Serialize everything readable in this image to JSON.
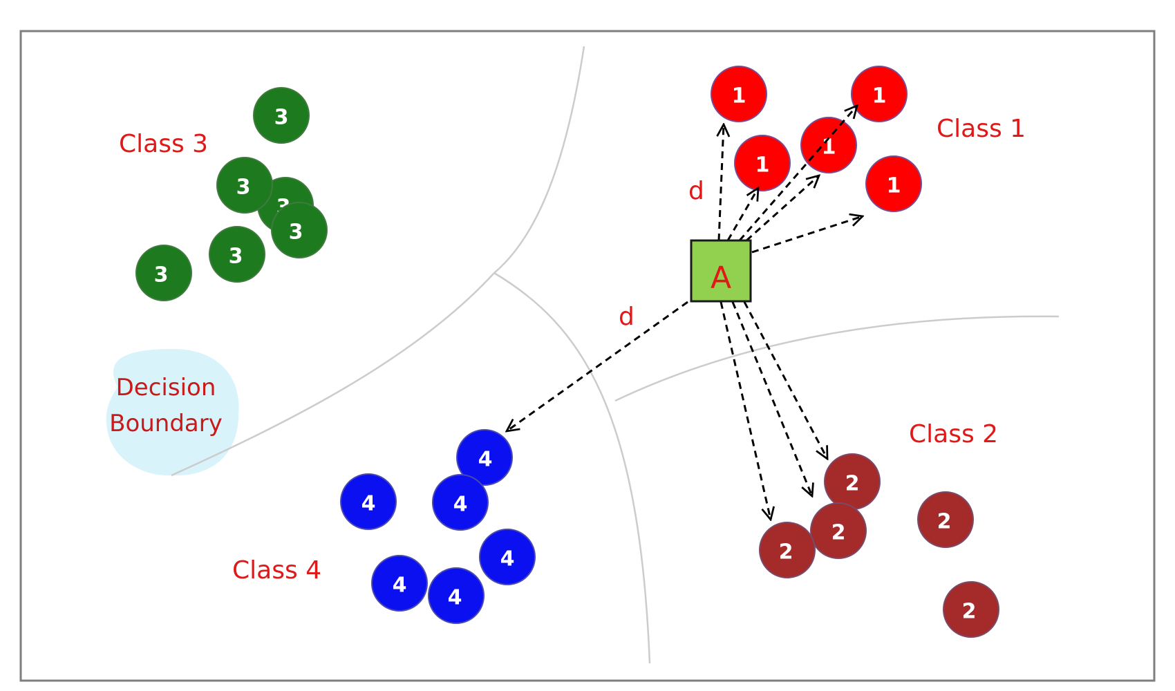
{
  "diagram": {
    "class_labels": {
      "class1": "Class 1",
      "class2": "Class 2",
      "class3": "Class 3",
      "class4": "Class 4"
    },
    "distance_label": "d",
    "decision_boundary": {
      "line1": "Decision",
      "line2": "Boundary"
    },
    "query_point": {
      "label": "A",
      "color": "#92d050"
    },
    "class_colors": {
      "class1": "#ff0000",
      "class2": "#a52a2a",
      "class3": "#1e7a1e",
      "class4": "#0a10f0"
    },
    "boundary_line_color": "#cccccc",
    "decision_boundary_highlight": "#d8f4fa",
    "point_labels": {
      "class1": "1",
      "class2": "2",
      "class3": "3",
      "class4": "4"
    }
  }
}
